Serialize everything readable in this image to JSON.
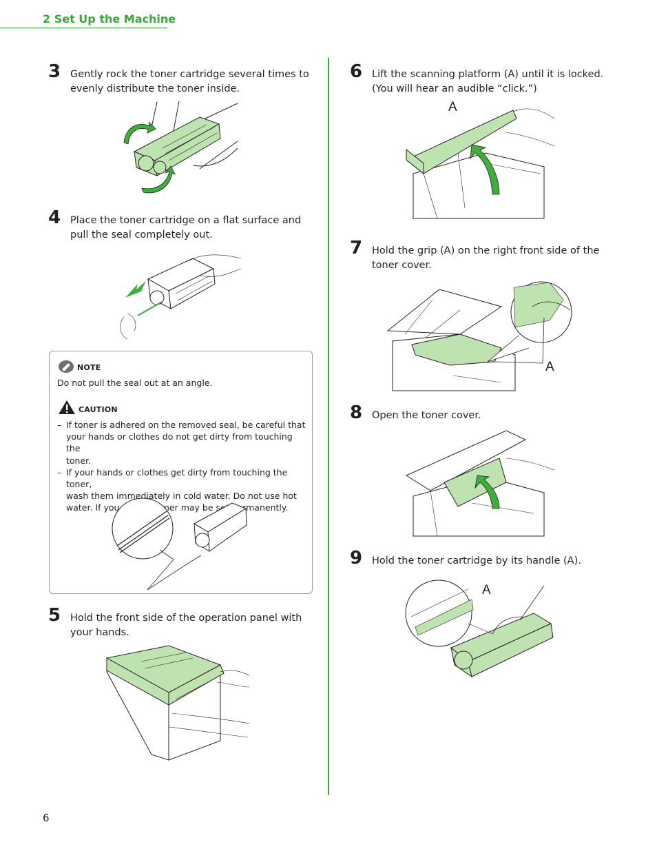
{
  "header": {
    "title": "2 Set Up the Machine"
  },
  "page_number": "6",
  "steps": {
    "s3": {
      "number": "3",
      "lines": [
        "Gently rock the toner cartridge several times to",
        "evenly distribute the toner inside."
      ]
    },
    "s4": {
      "number": "4",
      "lines": [
        "Place the toner cartridge on a flat surface and",
        "pull the seal completely out."
      ]
    },
    "s5": {
      "number": "5",
      "lines": [
        "Hold the front side of the operation panel with",
        "your hands."
      ]
    },
    "s6": {
      "number": "6",
      "lines": [
        "Lift the scanning platform (A) until it is locked.",
        "(You will hear an audible “click.”)"
      ]
    },
    "s7": {
      "number": "7",
      "lines": [
        "Hold the grip (A) on the right front side of the",
        "toner cover."
      ]
    },
    "s8": {
      "number": "8",
      "lines": [
        "Open the toner cover."
      ]
    },
    "s9": {
      "number": "9",
      "lines": [
        "Hold the toner cartridge by its handle (A)."
      ]
    }
  },
  "note": {
    "heading": "NOTE",
    "text": "Do not pull the seal out at an angle."
  },
  "caution": {
    "heading": "CAUTION",
    "dash": "–",
    "items": [
      [
        "If toner is adhered on the removed seal, be careful that",
        "your hands or clothes do not get dirty from touching the",
        "toner."
      ],
      [
        "If your hands or clothes get dirty from touching the toner,",
        "wash them immediately in cold water. Do not use hot",
        "water. If you do, the toner may be set permanently."
      ]
    ]
  },
  "labels": {
    "a": "A"
  },
  "colors": {
    "accent": "#3aa935",
    "fill_green": "#bfe3b0",
    "arrow_green": "#3fae3c",
    "line": "#231f20"
  }
}
